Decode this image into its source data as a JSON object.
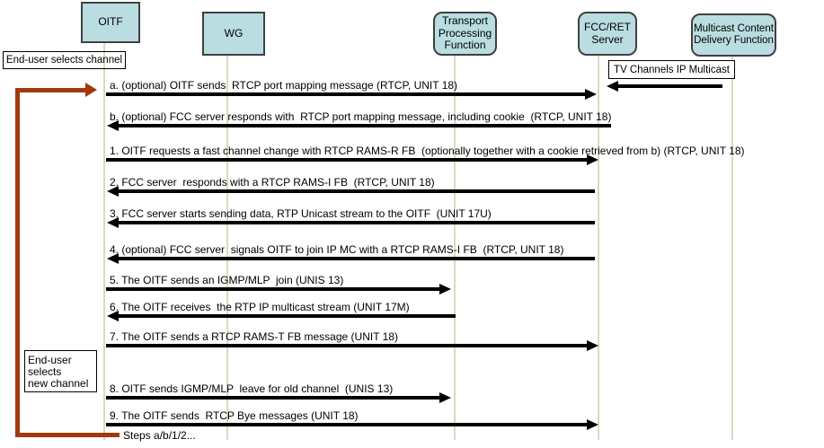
{
  "actors": [
    {
      "name": "OITF"
    },
    {
      "name": "WG"
    },
    {
      "name": "Transport Processing Function"
    },
    {
      "name": "FCC/RET Server"
    },
    {
      "name": "Multicast Content Delivery Function"
    }
  ],
  "notes": {
    "select_channel": "End-user selects channel",
    "tv_multicast": "TV Channels IP Multicast",
    "select_new_channel": "End-user\nselects\nnew channel"
  },
  "messages": [
    {
      "label": "a. (optional) OITF sends  RTCP port mapping message (RTCP, UNIT 18)",
      "direction": "right",
      "from": "OITF",
      "to": "FCC/RET Server"
    },
    {
      "label": "b. (optional) FCC server responds with  RTCP port mapping message, including cookie  (RTCP, UNIT 18)",
      "direction": "left",
      "from": "FCC/RET Server",
      "to": "OITF"
    },
    {
      "label": "1. OITF requests a fast channel change with RTCP RAMS-R FB  (optionally together with a cookie retrieved from b) (RTCP, UNIT 18)",
      "direction": "right",
      "from": "OITF",
      "to": "FCC/RET Server"
    },
    {
      "label": "2. FCC server  responds with a RTCP RAMS-I FB  (RTCP, UNIT 18)",
      "direction": "left",
      "from": "FCC/RET Server",
      "to": "OITF"
    },
    {
      "label": "3. FCC server starts sending data, RTP Unicast stream to the OITF  (UNIT 17U)",
      "direction": "left",
      "from": "FCC/RET Server",
      "to": "OITF"
    },
    {
      "label": "4. (optional) FCC server  signals OITF to join IP MC with a RTCP RAMS-I FB  (RTCP, UNIT 18)",
      "direction": "left",
      "from": "FCC/RET Server",
      "to": "OITF"
    },
    {
      "label": "5. The OITF sends an IGMP/MLP  join (UNIS 13)",
      "direction": "right",
      "from": "OITF",
      "to": "Transport Processing Function"
    },
    {
      "label": "6. The OITF receives  the RTP IP multicast stream (UNIT 17M)",
      "direction": "left",
      "from": "Transport Processing Function",
      "to": "OITF"
    },
    {
      "label": "7. The OITF sends a RTCP RAMS-T FB message (UNIT 18)",
      "direction": "right",
      "from": "OITF",
      "to": "FCC/RET Server"
    },
    {
      "label": "8. OITF sends IGMP/MLP  leave for old channel  (UNIS 13)",
      "direction": "right",
      "from": "OITF",
      "to": "Transport Processing Function"
    },
    {
      "label": "9. The OITF sends  RTCP Bye messages (UNIT 18)",
      "direction": "right",
      "from": "OITF",
      "to": "FCC/RET Server"
    }
  ],
  "tv_multicast_arrow": {
    "direction": "left",
    "from": "Multicast Content Delivery Function",
    "to": "FCC/RET Server"
  },
  "loop": {
    "label": "Steps a/b/1/2..."
  },
  "colors": {
    "actor_fill": "#b9dde1",
    "actor_border": "#404040",
    "lifeline": "#dcd7c2",
    "arrow": "#000000",
    "loop_arrow": "#a03a0c",
    "note_border": "#000000",
    "background": "#ffffff"
  }
}
